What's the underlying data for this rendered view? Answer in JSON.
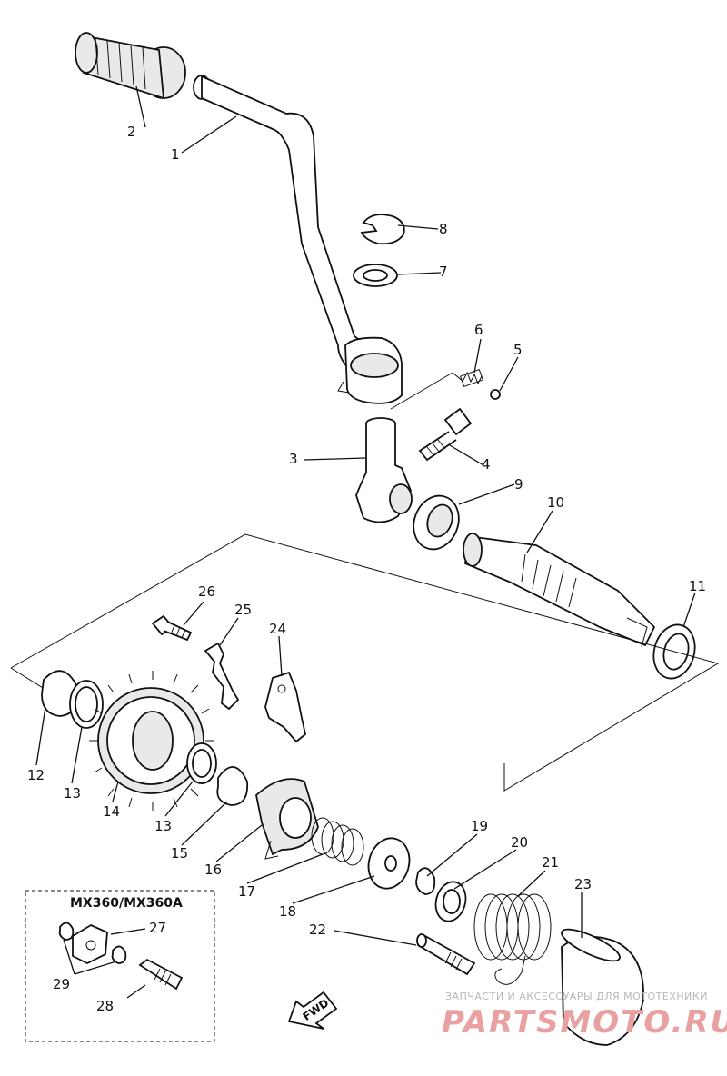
{
  "diagram": {
    "inset_title": "MX360/MX360A",
    "fwd_label": "FWD",
    "watermark_small": "ЗАПЧАСТИ И АКСЕССУАРЫ ДЛЯ МОТОТЕХНИКИ",
    "watermark_big": "PARTSMOTO.RU",
    "labels": [
      "1",
      "2",
      "3",
      "4",
      "5",
      "6",
      "7",
      "8",
      "9",
      "10",
      "11",
      "12",
      "13",
      "13",
      "14",
      "15",
      "16",
      "17",
      "18",
      "19",
      "20",
      "21",
      "22",
      "23",
      "24",
      "25",
      "26",
      "27",
      "28",
      "29"
    ],
    "colors": {
      "ink": "#111111",
      "watermark": "#e8a0a0"
    }
  }
}
